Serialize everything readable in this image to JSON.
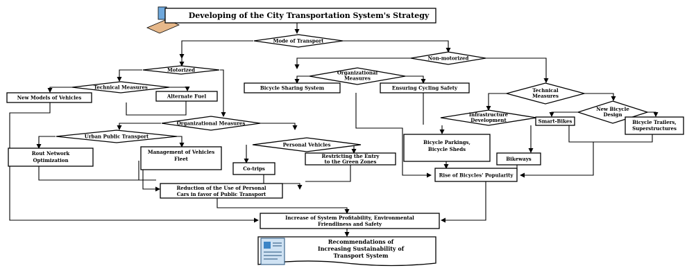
{
  "diagram": {
    "title": "Developing of the City Transportation System's Strategy",
    "mode": "Mode of Transport",
    "motorized": "Motorized",
    "non_motorized": "Non-motorized",
    "technical_measures_motor": "Technical Measures",
    "new_models": "New Models of Vehicles",
    "alternate_fuel": "Alternate Fuel",
    "organizational_measures_motor": "Organizational Measures",
    "urban_public_transport": "Urban Public Transport",
    "rout_network_1": "Rout Network",
    "rout_network_2": "Optimization",
    "fleet_1": "Management of Vehicles",
    "fleet_2": "Fleet",
    "personal_vehicles": "Personal Vehicles",
    "co_trips": "Co-trips",
    "restricting_1": "Restricting the Entry",
    "restricting_2": "to the Green Zones",
    "reduction_1": "Reduction of the Use of Personal",
    "reduction_2": "Cars in favor of Public Transport",
    "org_measures_nm_1": "Organizational",
    "org_measures_nm_2": "Measures",
    "bike_sharing": "Bicycle Sharing System",
    "cycling_safety": "Ensuring Cycling Safety",
    "tech_measures_nm_1": "Technical",
    "tech_measures_nm_2": "Measures",
    "infra_1": "Infrastructure",
    "infra_2": "Development",
    "new_design_1": "New Bicycle",
    "new_design_2": "Design",
    "parkings_1": "Bicycle Parkings,",
    "parkings_2": "Bicycle Sheds",
    "bikeways": "Bikeways",
    "smart_bikes": "Smart-Bikes",
    "trailers_1": "Bicycle Trailers,",
    "trailers_2": "Superstructures",
    "popularity": "Rise of Bicycles' Popularity",
    "increase_1": "Increase of System Profitability, Environmental",
    "increase_2": "Friendliness and Safety",
    "rec_1": "Recommendations of",
    "rec_2": "Increasing Sustainability of",
    "rec_3": "Transport System"
  }
}
